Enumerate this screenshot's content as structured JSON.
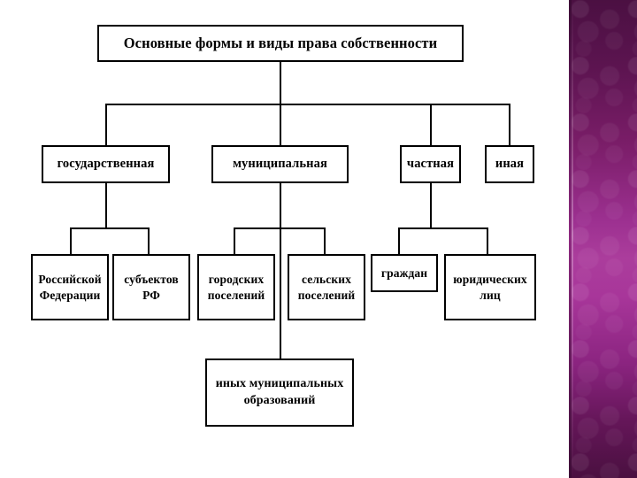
{
  "slide": {
    "title": "Основные формы и виды права собственности",
    "background_color": "#ffffff"
  },
  "decor": {
    "panel_name": "purple-gradient-panel",
    "gradient_top_color": "#4b1042",
    "gradient_mid_color": "#ab3d9c",
    "gradient_bottom_color": "#4a1040"
  },
  "chart_data": {
    "type": "tree-diagram",
    "title": "Основные формы и виды права собственности",
    "orientation": "top-down",
    "box_border_color": "#000000",
    "box_fill_color": "#ffffff",
    "connector_color": "#000000",
    "nodes": [
      {
        "id": "root",
        "label": "Основные формы и виды права собственности",
        "level": 0
      },
      {
        "id": "gos",
        "label": "государственная",
        "level": 1,
        "parent": "root"
      },
      {
        "id": "mun",
        "label": "муниципальная",
        "level": 1,
        "parent": "root"
      },
      {
        "id": "chast",
        "label": "частная",
        "level": 1,
        "parent": "root"
      },
      {
        "id": "inaya",
        "label": "иная",
        "level": 1,
        "parent": "root"
      },
      {
        "id": "rf",
        "label": "Российской Федерации",
        "level": 2,
        "parent": "gos"
      },
      {
        "id": "subj",
        "label": "субъектов РФ",
        "level": 2,
        "parent": "gos"
      },
      {
        "id": "gorod",
        "label": "городских поселений",
        "level": 2,
        "parent": "mun"
      },
      {
        "id": "selo",
        "label": "сельских поселений",
        "level": 2,
        "parent": "mun"
      },
      {
        "id": "inyh",
        "label": "иных муниципальных образований",
        "level": 3,
        "parent": "mun"
      },
      {
        "id": "grazhdan",
        "label": "граждан",
        "level": 2,
        "parent": "chast"
      },
      {
        "id": "jurlic",
        "label": "юридических лиц",
        "level": 2,
        "parent": "chast"
      }
    ],
    "edges": [
      {
        "from": "root",
        "to": "gos"
      },
      {
        "from": "root",
        "to": "mun"
      },
      {
        "from": "root",
        "to": "chast"
      },
      {
        "from": "root",
        "to": "inaya"
      },
      {
        "from": "gos",
        "to": "rf"
      },
      {
        "from": "gos",
        "to": "subj"
      },
      {
        "from": "mun",
        "to": "gorod"
      },
      {
        "from": "mun",
        "to": "selo"
      },
      {
        "from": "mun",
        "to": "inyh"
      },
      {
        "from": "chast",
        "to": "grazhdan"
      },
      {
        "from": "chast",
        "to": "jurlic"
      }
    ]
  },
  "labels": {
    "root": "Основные формы и виды права собственности",
    "gos": "государственная",
    "mun": "муниципальная",
    "chast": "частная",
    "inaya": "иная",
    "rf_line1": "Российской",
    "rf_line2": "Федерации",
    "subj_line1": "субъектов",
    "subj_line2": "РФ",
    "gorod_line1": "городских",
    "gorod_line2": "поселений",
    "selo_line1": "сельских",
    "selo_line2": "поселений",
    "grazhdan": "граждан",
    "jurlic_line1": "юридических",
    "jurlic_line2": "лиц",
    "inyh_line1": "иных муниципальных",
    "inyh_line2": "образований"
  }
}
